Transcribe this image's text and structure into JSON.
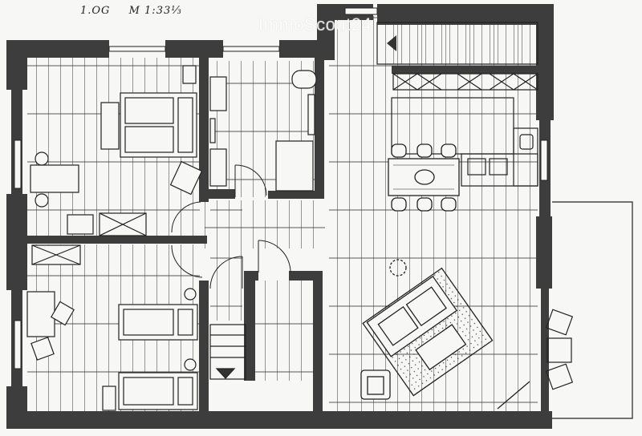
{
  "header": {
    "floor_label": "1.OG",
    "scale_text": "M  1:33⅓"
  },
  "watermark": "ImmoScout24",
  "colors": {
    "paper": "#f7f7f5",
    "wall": "#3d3d3d",
    "ink": "#222222"
  }
}
